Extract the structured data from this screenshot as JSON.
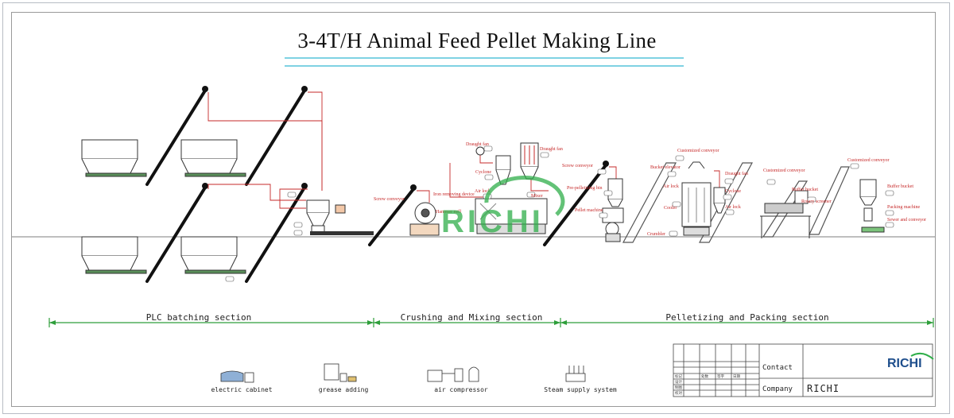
{
  "title": "3-4T/H Animal Feed Pellet Making Line",
  "sections": [
    {
      "label": "PLC batching section"
    },
    {
      "label": "Crushing and Mixing section"
    },
    {
      "label": "Pelletizing and Packing section"
    }
  ],
  "equipment_labels": {
    "screw_conveyor_1": "Screw conveyor",
    "iron_removing_device": "Iron removing device",
    "hammer_mill": "Hammer mill",
    "draught_fan_1": "Draught fan",
    "draught_fan_2": "Draught fan",
    "cyclone_1": "Cyclone",
    "air_lock_1": "Air lock",
    "mixer": "Mixer",
    "screw_conveyor_2": "Screw conveyor",
    "pre_pelletizing_bin": "Pre-pelletizing bin",
    "pellet_machine": "Pellet machine",
    "customized_conveyor_1": "Customized conveyor",
    "bucket_elevator": "Bucket elevator",
    "air_lock_2": "Air lock",
    "cooler": "Cooler",
    "crumbler": "Crumbler",
    "draught_fan_3": "Draught fan",
    "cyclone_2": "Cyclone",
    "air_lock_3": "Air lock",
    "customized_conveyor_2": "Customized conveyor",
    "buffer_bucket_1": "Buffer bucket",
    "rotary_screener": "Rotary screener",
    "customized_conveyor_3": "Customized conveyor",
    "buffer_bucket_2": "Buffer bucket",
    "packing_machine": "Packing machine",
    "sewer_and_conveyor": "Sewer and conveyor"
  },
  "legend": [
    {
      "label": "electric cabinet",
      "icon": "electric-cabinet-icon"
    },
    {
      "label": "grease adding",
      "icon": "grease-adding-icon"
    },
    {
      "label": "air compressor",
      "icon": "air-compressor-icon"
    },
    {
      "label": "Steam supply system",
      "icon": "steam-supply-icon"
    }
  ],
  "title_block": {
    "contact_label": "Contact",
    "company_label": "Company",
    "company_value": "RICHI",
    "logo_text": "RICHI",
    "row_labels": [
      "标记",
      "设计",
      "制图",
      "校对"
    ],
    "col_labels": [
      "处数",
      "签字",
      "日期"
    ]
  },
  "watermark": "RICHI",
  "colors": {
    "section_line": "#2e9e3a",
    "pipe": "#c62828",
    "title_underline": "#7fd2e3",
    "watermark": "#2fae4a"
  }
}
